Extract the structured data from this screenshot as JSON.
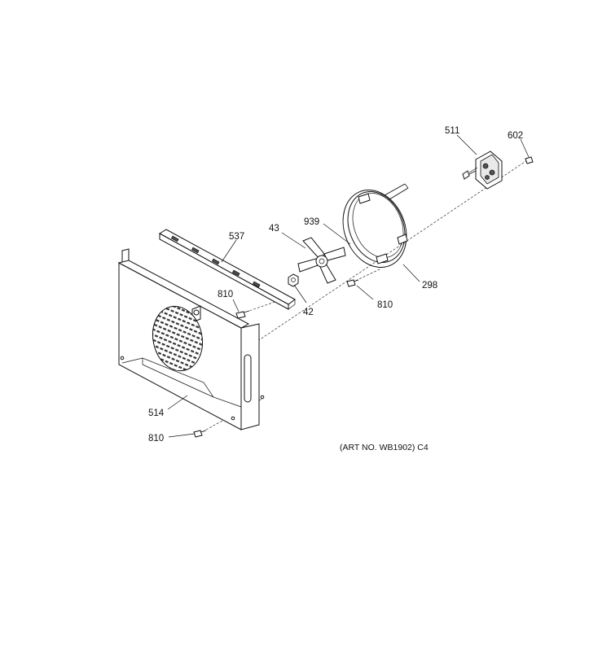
{
  "callouts": {
    "p511": "511",
    "p602": "602",
    "p43": "43",
    "p939": "939",
    "p537": "537",
    "p810_top": "810",
    "p810_right": "810",
    "p42": "42",
    "p298": "298",
    "p514": "514",
    "p810_bottom": "810"
  },
  "art_number": "(ART NO. WB1902) C4"
}
